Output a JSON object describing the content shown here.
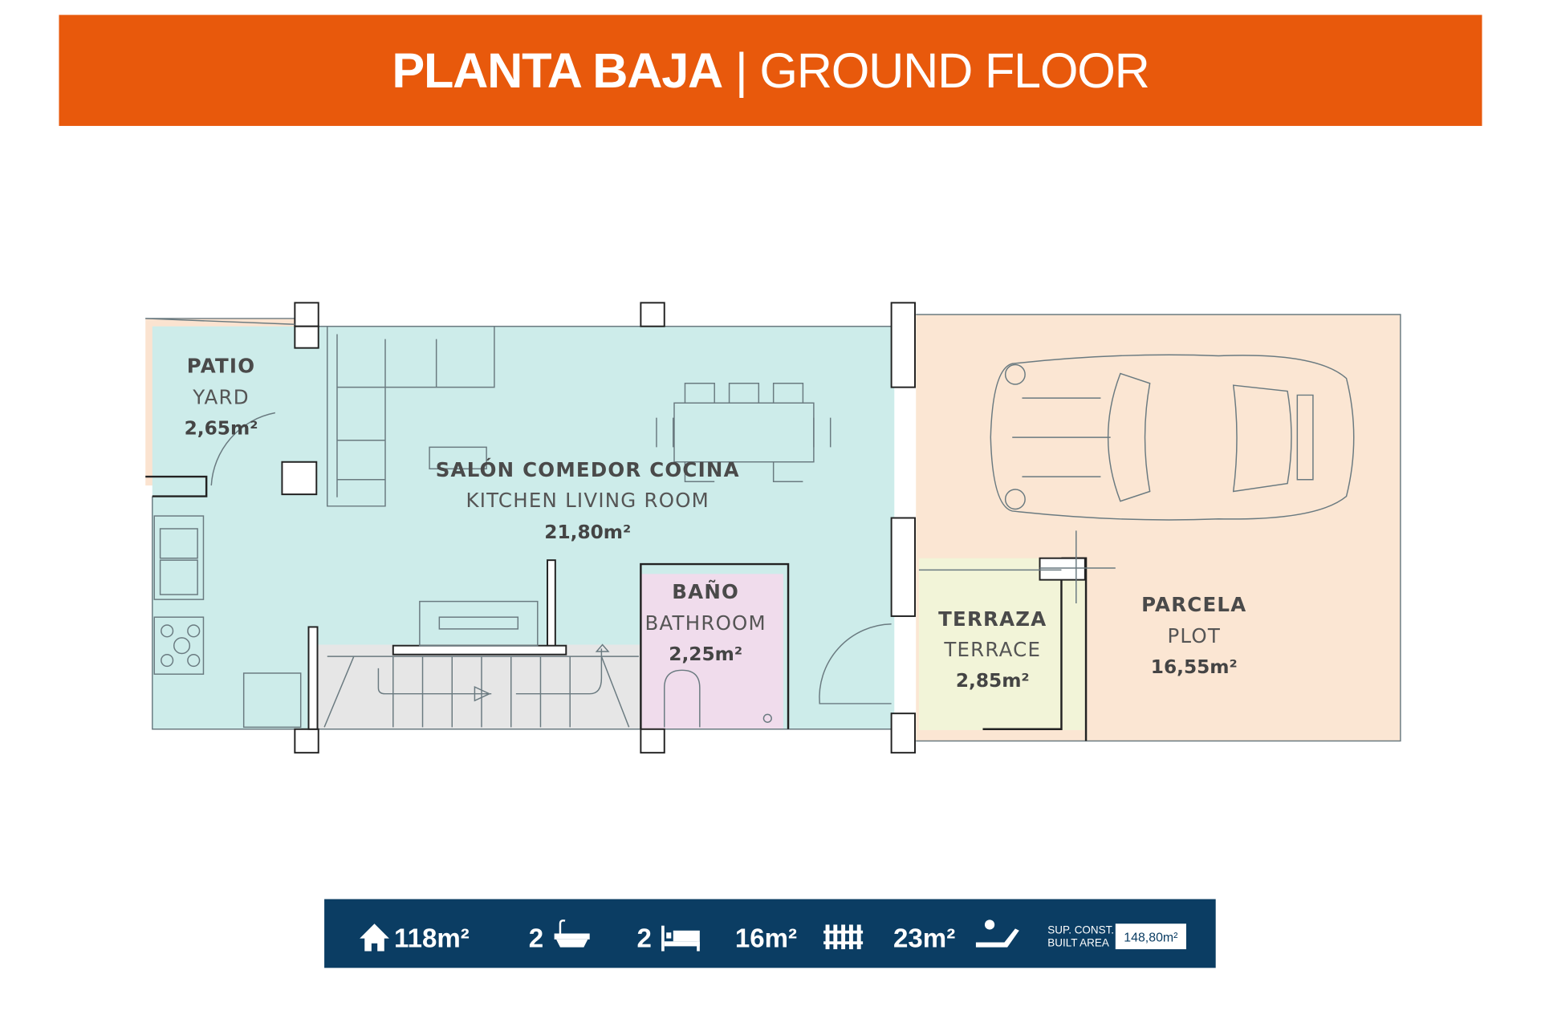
{
  "header": {
    "title_es": "PLANTA BAJA",
    "separator": "|",
    "title_en": "GROUND FLOOR",
    "color": "#e8590c"
  },
  "rooms": [
    {
      "id": "patio",
      "name_es": "PATIO",
      "name_en": "YARD",
      "area": "2,65m²",
      "color": "#fbe3d0"
    },
    {
      "id": "living",
      "name_es": "SALÓN COMEDOR COCINA",
      "name_en": "KITCHEN LIVING ROOM",
      "area": "21,80m²",
      "color": "#cdecea"
    },
    {
      "id": "bathroom",
      "name_es": "BAÑO",
      "name_en": "BATHROOM",
      "area": "2,25m²",
      "color": "#f0dcec"
    },
    {
      "id": "terrace",
      "name_es": "TERRAZA",
      "name_en": "TERRACE",
      "area": "2,85m²",
      "color": "#f2f4d8"
    },
    {
      "id": "plot",
      "name_es": "PARCELA",
      "name_en": "PLOT",
      "area": "16,55m²",
      "color": "#fbe6d3"
    }
  ],
  "stats": {
    "bar_color": "#0b3d63",
    "items": [
      {
        "icon": "house-icon",
        "value": "118m²"
      },
      {
        "icon": "bathtub-icon",
        "value": "2"
      },
      {
        "icon": "bed-icon",
        "value": "2"
      },
      {
        "icon": "fence-icon",
        "value": "16m²"
      },
      {
        "icon": "sunbed-icon",
        "value": "23m²"
      }
    ],
    "built_label_es": "SUP. CONST.",
    "built_label_en": "BUILT AREA",
    "built_value": "148,80m²"
  }
}
